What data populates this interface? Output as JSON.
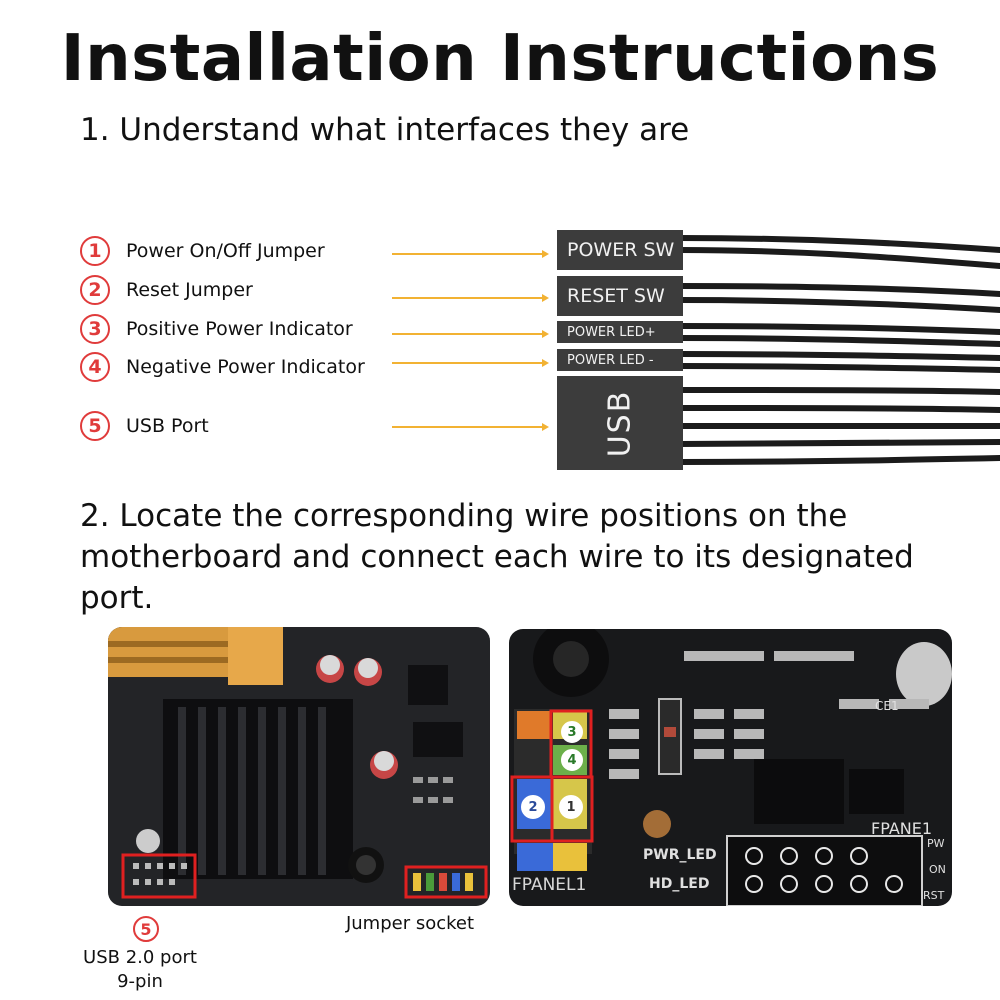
{
  "title": "Installation Instructions",
  "step1": "1. Understand what interfaces they are",
  "legend": [
    {
      "num": "1",
      "label": "Power On/Off Jumper"
    },
    {
      "num": "2",
      "label": "Reset Jumper"
    },
    {
      "num": "3",
      "label": "Positive Power Indicator"
    },
    {
      "num": "4",
      "label": "Negative Power Indicator"
    },
    {
      "num": "5",
      "label": "USB Port"
    }
  ],
  "connectors": {
    "power_sw": "POWER SW",
    "reset_sw": "RESET SW",
    "power_led_pos": "POWER LED+",
    "power_led_neg": "POWER LED -",
    "usb": "USB"
  },
  "step2": "2. Locate the corresponding wire positions on the motherboard and connect each wire to its designated port.",
  "left_photo": {
    "usb_num": "5",
    "usb_caption_line1": "USB 2.0 port",
    "usb_caption_line2": "9-pin",
    "jumper_caption": "Jumper socket"
  },
  "right_photo": {
    "labels": {
      "n1": "1",
      "n2": "2",
      "n3": "3",
      "n4": "4"
    },
    "fpanel1": "FPANEL1",
    "fpane1": "FPANE1",
    "pwr_led": "PWR_LED",
    "hd_led": "HD_LED",
    "ce1": "CE1",
    "pw": "PW",
    "on": "ON",
    "rst": "RST"
  },
  "colors": {
    "accent_red": "#e03b3b",
    "arrow_yellow": "#f2b233",
    "connector_gray": "#3c3c3c"
  }
}
